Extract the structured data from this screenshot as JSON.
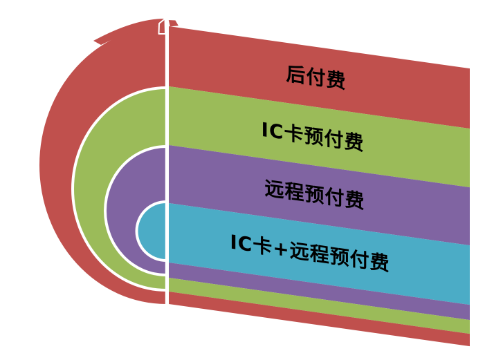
{
  "diagram": {
    "type": "nested-half-rings-with-bands",
    "background_color": "#ffffff",
    "separator_color": "#ffffff",
    "text_color": "#000000",
    "items": [
      {
        "label": "后付费",
        "color": "#c0504d"
      },
      {
        "label": "IC卡预付费",
        "color": "#9bbb59"
      },
      {
        "label": "远程预付费",
        "color": "#8064a2"
      },
      {
        "label": "IC卡+远程预付费",
        "color": "#4bacc6"
      }
    ]
  }
}
